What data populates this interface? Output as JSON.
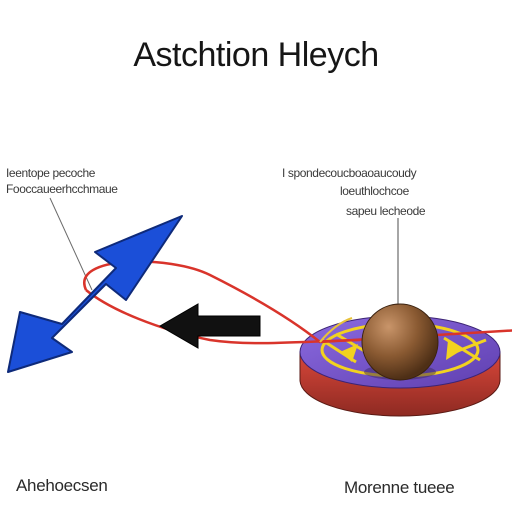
{
  "title": "Astchtion Hleych",
  "annotations": {
    "left_line1": "Ieentope pecoche",
    "left_line2": "Fooccaueerhcchmaue",
    "right_line1": "I    spondecoucboaoaucoudy",
    "right_line2": "loeuthlochcoe",
    "right_line3": "sapeu lecheode"
  },
  "bottom_labels": {
    "left": "Ahehoecsen",
    "right": "Morenne tueee"
  },
  "colors": {
    "blue_arrow": "#1b4fd8",
    "black_arrow": "#111111",
    "red_wire": "#d9342b",
    "disc_top": "#7a55c8",
    "disc_side": "#c23a2e",
    "ball": "#8a5a32",
    "yellow_field": "#f2d21f"
  }
}
